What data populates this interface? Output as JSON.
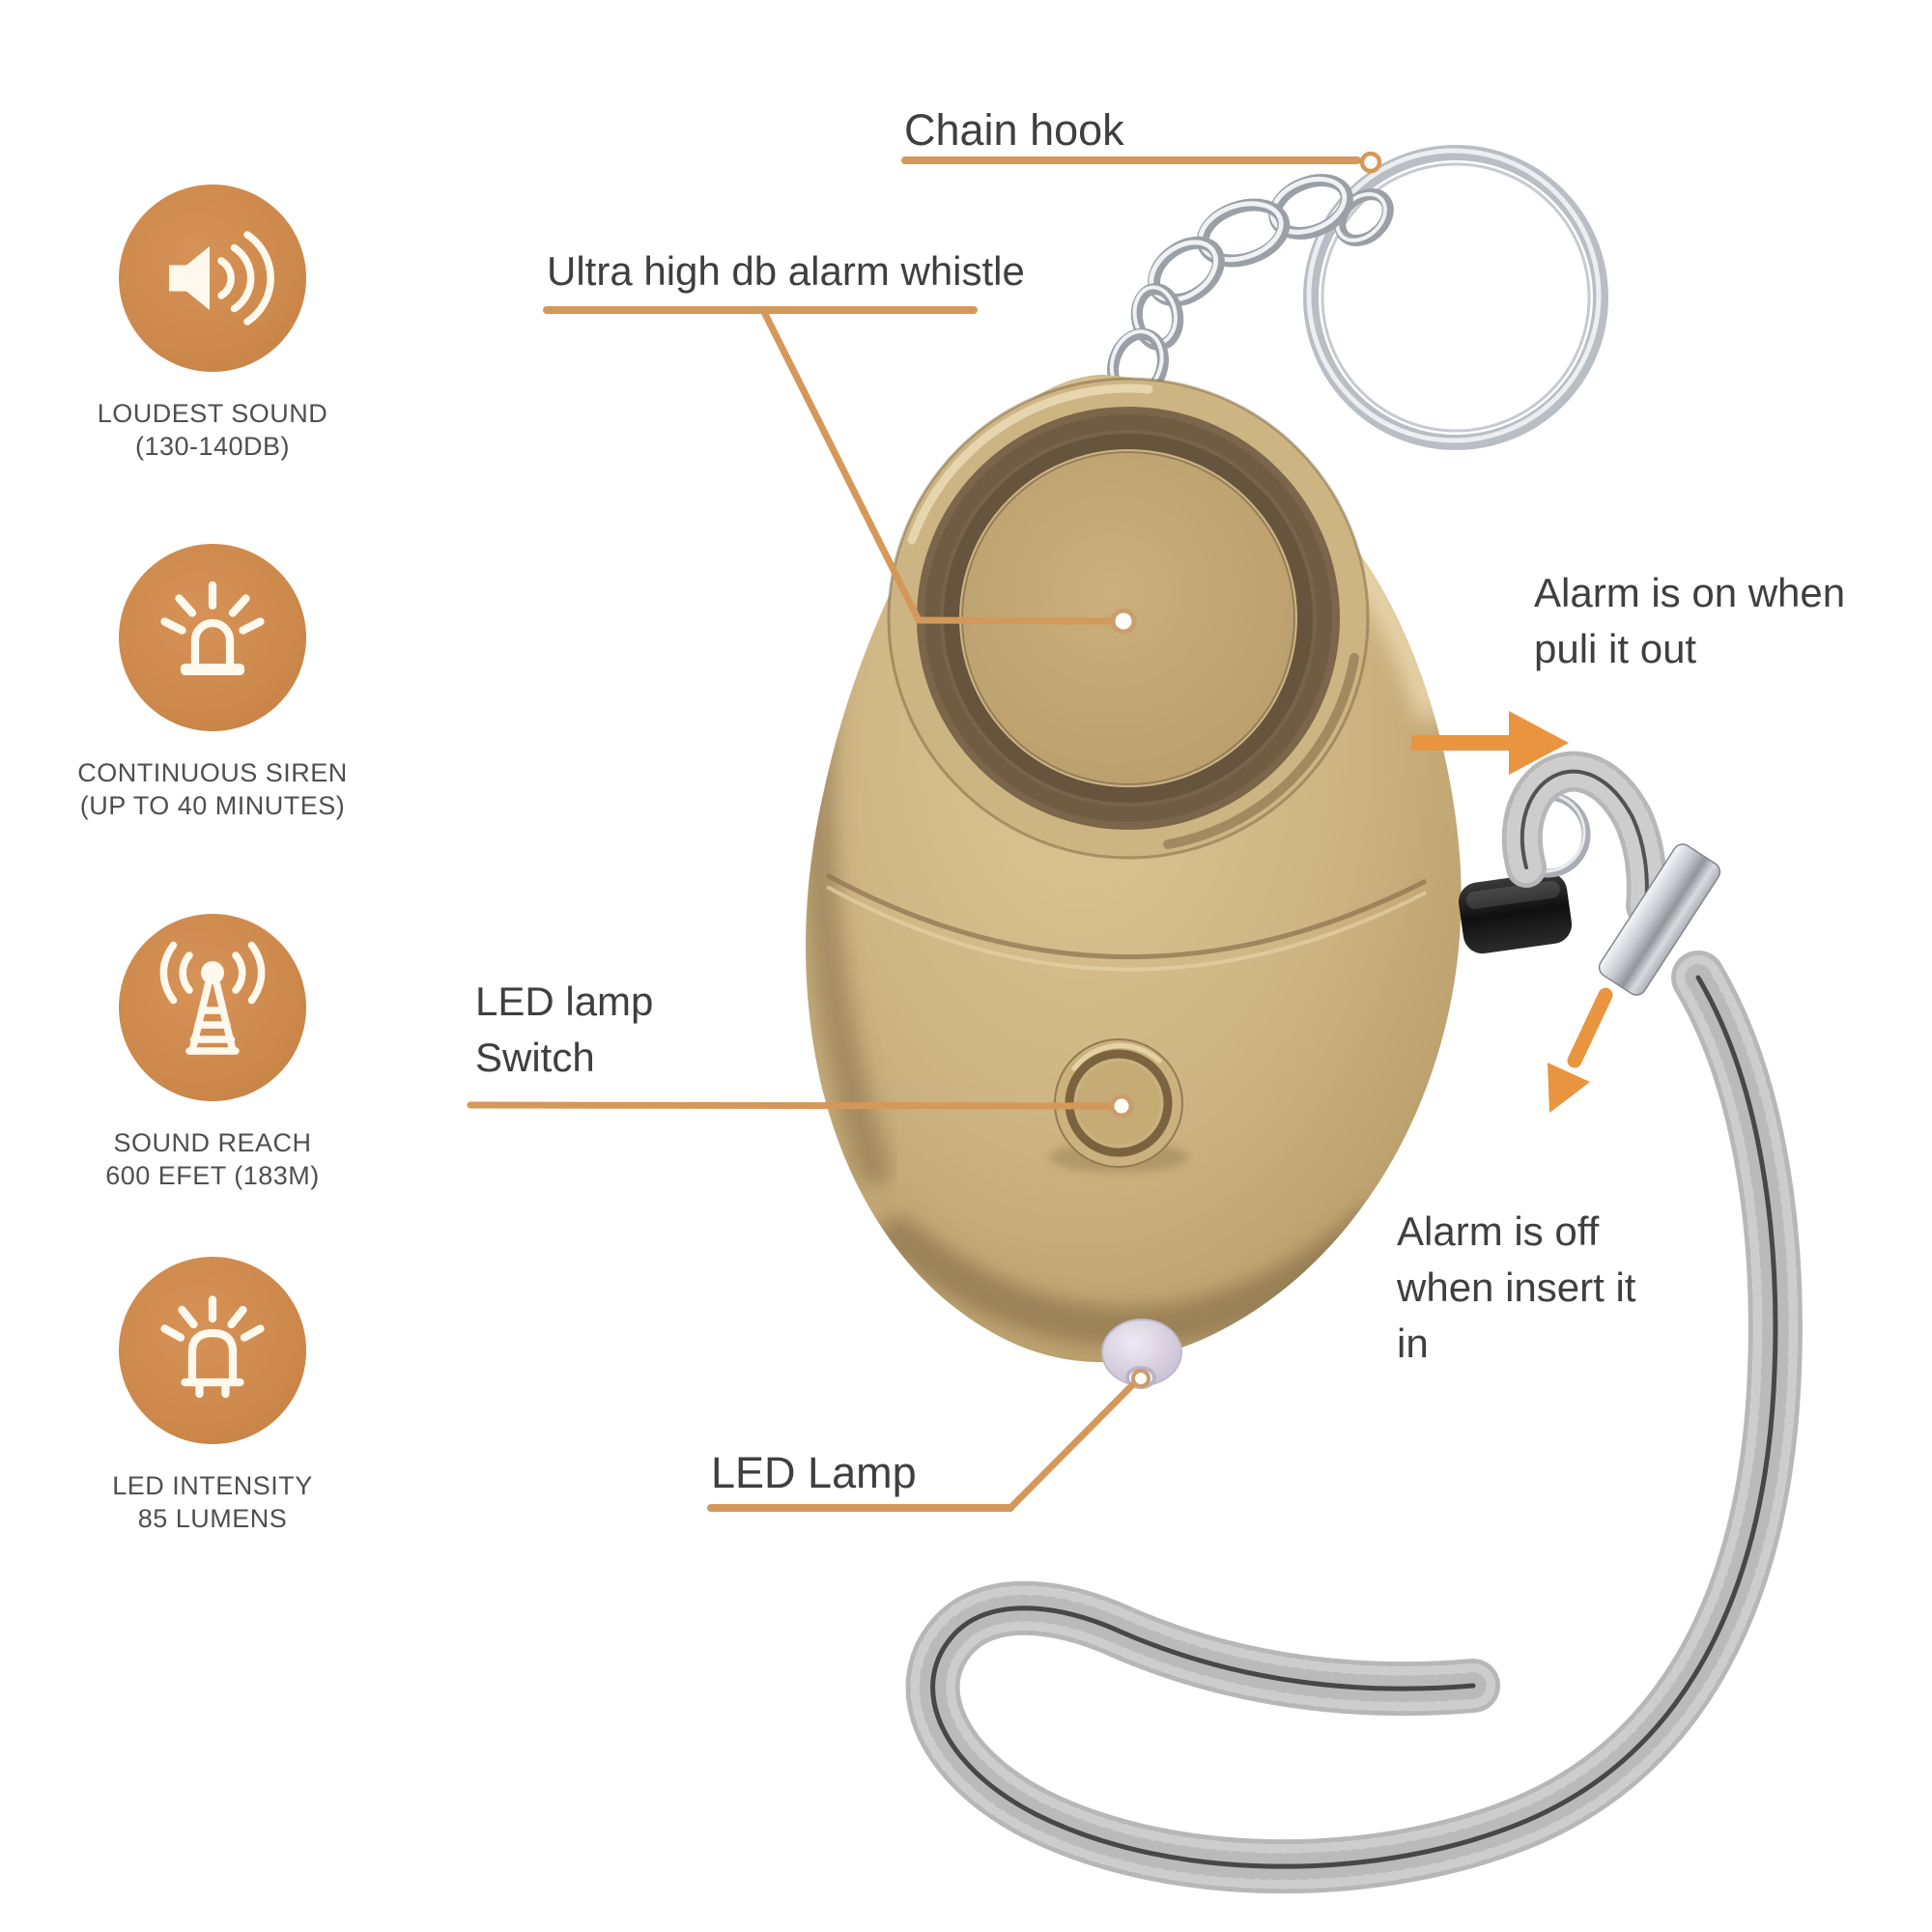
{
  "features": [
    {
      "icon": "speaker-sound-icon",
      "line1": "LOUDEST SOUND",
      "line2": "(130-140DB)"
    },
    {
      "icon": "siren-icon",
      "line1": "CONTINUOUS SIREN",
      "line2": "(UP TO 40 MINUTES)"
    },
    {
      "icon": "antenna-icon",
      "line1": "SOUND REACH",
      "line2": "600 EFET (183M)"
    },
    {
      "icon": "led-lamp-icon",
      "line1": "LED INTENSITY",
      "line2": "85 LUMENS"
    }
  ],
  "callouts": {
    "chain_hook": "Chain hook",
    "whistle": "Ultra high db alarm whistle",
    "alarm_on": {
      "line1": "Alarm is on when",
      "line2": "puli it out"
    },
    "led_switch": {
      "line1": "LED lamp",
      "line2": "Switch"
    },
    "alarm_off": {
      "line1": "Alarm is off",
      "line2": "when insert it",
      "line3": "in"
    },
    "led_lamp": "LED Lamp"
  },
  "colors": {
    "background": "#FFFFFF",
    "feature_icon_circle": "#CE8A4D",
    "leader_line": "#D4985A",
    "arrow": "#E9953F",
    "label_text": "#3F3F3F",
    "feature_text": "#4F4F4F",
    "egg_gold": "#C9AF7C",
    "strap_gray": "#D9D9D9",
    "metal_silver": "#B9BDC4",
    "pin_black": "#1C1C1C"
  }
}
